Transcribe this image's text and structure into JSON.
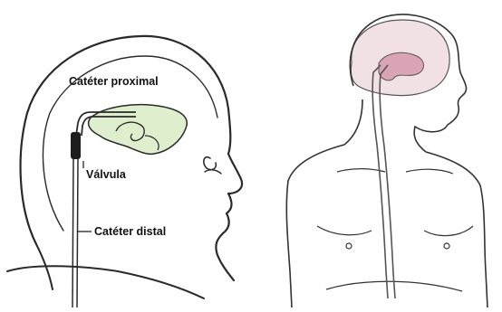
{
  "labels": {
    "proximal_catheter": "Catéter proximal",
    "valve": "Válvula",
    "distal_catheter": "Catéter distal"
  },
  "colors": {
    "ventricle_child": "#dfeecd",
    "brain_adult": "#f2e1e4",
    "ventricle_adult": "#dba3b6",
    "outline": "#2a2a2a",
    "valve": "#1e1e1e"
  },
  "panels": {
    "left": "child-head-profile-with-shunt",
    "right": "adult-torso-with-shunt"
  }
}
